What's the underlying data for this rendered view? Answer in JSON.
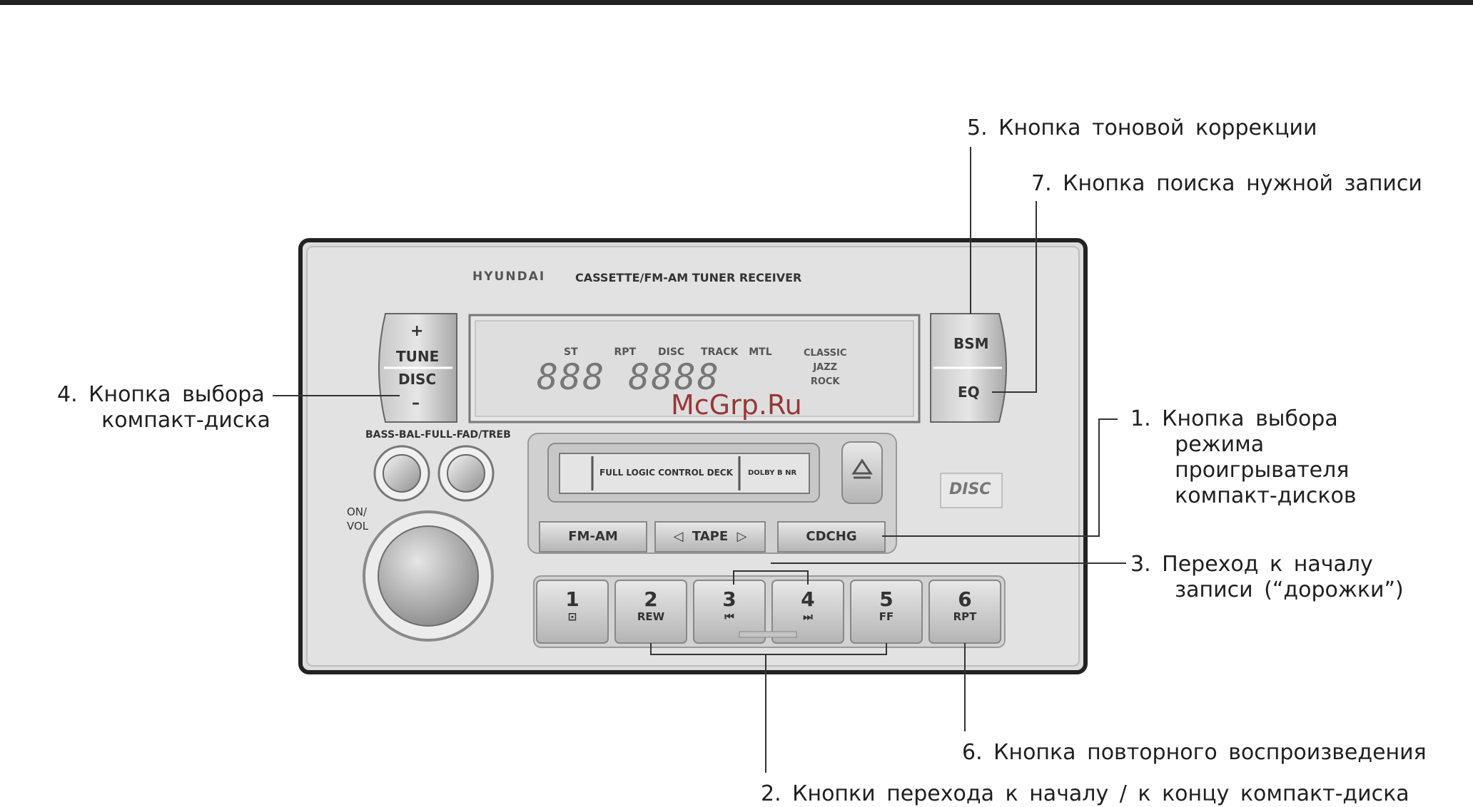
{
  "watermark": "McGrp.Ru",
  "device": {
    "brand": "HYUNDAI",
    "model_text": "CASSETTE/FM-AM TUNER RECEIVER",
    "tune_plus": "+",
    "tune_label": "TUNE",
    "disc_label": "DISC",
    "tune_minus": "–",
    "display": {
      "indicators": [
        "ST",
        "RPT",
        "DISC",
        "TRACK",
        "MTL"
      ],
      "segments": "888 8888",
      "eq_modes": [
        "CLASSIC",
        "JAZZ",
        "ROCK"
      ]
    },
    "bsm_label": "BSM",
    "eq_label": "EQ",
    "knob_caption": "BASS-BAL-FULL-FAD/TREB",
    "power_caption": "ON/\nVOL",
    "deck_text": "FULL LOGIC CONTROL DECK",
    "dolby_text": "DOLBY B NR",
    "cd_logo": "DISC",
    "mode_buttons": [
      "FM-AM",
      "◁  TAPE  ▷",
      "CDCHG"
    ],
    "presets": [
      {
        "num": "1",
        "sub": "⊡"
      },
      {
        "num": "2",
        "sub": "REW"
      },
      {
        "num": "3",
        "sub": "⏮"
      },
      {
        "num": "4",
        "sub": "⏭"
      },
      {
        "num": "5",
        "sub": "FF"
      },
      {
        "num": "6",
        "sub": "RPT"
      }
    ]
  },
  "callouts": {
    "c1": "1. Кнопка выбора\n    режима\n    проигрывателя\n    компакт-дисков",
    "c2": "2. Кнопки перехода к началу / к концу компакт-диска",
    "c3": "3. Переход к началу\n    записи (“дорожки”)",
    "c4": "4. Кнопка выбора\n    компакт-диска",
    "c5": "5. Кнопка тоновой коррекции",
    "c6": "6. Кнопка повторного воспроизведения",
    "c7": "7. Кнопка поиска нужной записи"
  }
}
